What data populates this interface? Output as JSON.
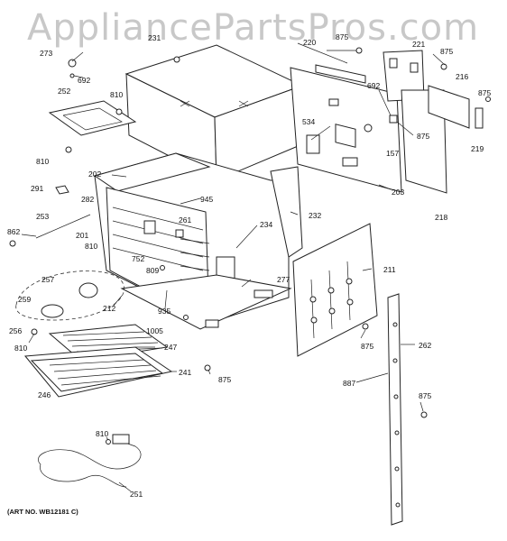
{
  "watermark": "AppliancePartsPros.com",
  "art_number": "(ART NO. WB12181 C)",
  "callouts": [
    {
      "id": "c273",
      "text": "273"
    },
    {
      "id": "c692a",
      "text": "692"
    },
    {
      "id": "c231",
      "text": "231"
    },
    {
      "id": "c220",
      "text": "220"
    },
    {
      "id": "c875a",
      "text": "875"
    },
    {
      "id": "c221",
      "text": "221"
    },
    {
      "id": "c875b",
      "text": "875"
    },
    {
      "id": "c216",
      "text": "216"
    },
    {
      "id": "c875c",
      "text": "875"
    },
    {
      "id": "c252",
      "text": "252"
    },
    {
      "id": "c810a",
      "text": "810"
    },
    {
      "id": "c692b",
      "text": "692"
    },
    {
      "id": "c534",
      "text": "534"
    },
    {
      "id": "c157",
      "text": "157"
    },
    {
      "id": "c875d",
      "text": "875"
    },
    {
      "id": "c219",
      "text": "219"
    },
    {
      "id": "c810b",
      "text": "810"
    },
    {
      "id": "c202",
      "text": "202"
    },
    {
      "id": "c291",
      "text": "291"
    },
    {
      "id": "c945",
      "text": "945"
    },
    {
      "id": "c203",
      "text": "203"
    },
    {
      "id": "c218",
      "text": "218"
    },
    {
      "id": "c282",
      "text": "282"
    },
    {
      "id": "c253",
      "text": "253"
    },
    {
      "id": "c261",
      "text": "261"
    },
    {
      "id": "c232",
      "text": "232"
    },
    {
      "id": "c234",
      "text": "234"
    },
    {
      "id": "c862",
      "text": "862"
    },
    {
      "id": "c201",
      "text": "201"
    },
    {
      "id": "c810c",
      "text": "810"
    },
    {
      "id": "c752",
      "text": "752"
    },
    {
      "id": "c809",
      "text": "809"
    },
    {
      "id": "c211",
      "text": "211"
    },
    {
      "id": "c257",
      "text": "257"
    },
    {
      "id": "c277",
      "text": "277"
    },
    {
      "id": "c259",
      "text": "259"
    },
    {
      "id": "c212",
      "text": "212"
    },
    {
      "id": "c935",
      "text": "935"
    },
    {
      "id": "c256",
      "text": "256"
    },
    {
      "id": "c1005",
      "text": "1005"
    },
    {
      "id": "c875e",
      "text": "875"
    },
    {
      "id": "c262",
      "text": "262"
    },
    {
      "id": "c810d",
      "text": "810"
    },
    {
      "id": "c247",
      "text": "247"
    },
    {
      "id": "c241",
      "text": "241"
    },
    {
      "id": "c875f",
      "text": "875"
    },
    {
      "id": "c887",
      "text": "887"
    },
    {
      "id": "c246",
      "text": "246"
    },
    {
      "id": "c875g",
      "text": "875"
    },
    {
      "id": "c810e",
      "text": "810"
    },
    {
      "id": "c251",
      "text": "251"
    }
  ]
}
